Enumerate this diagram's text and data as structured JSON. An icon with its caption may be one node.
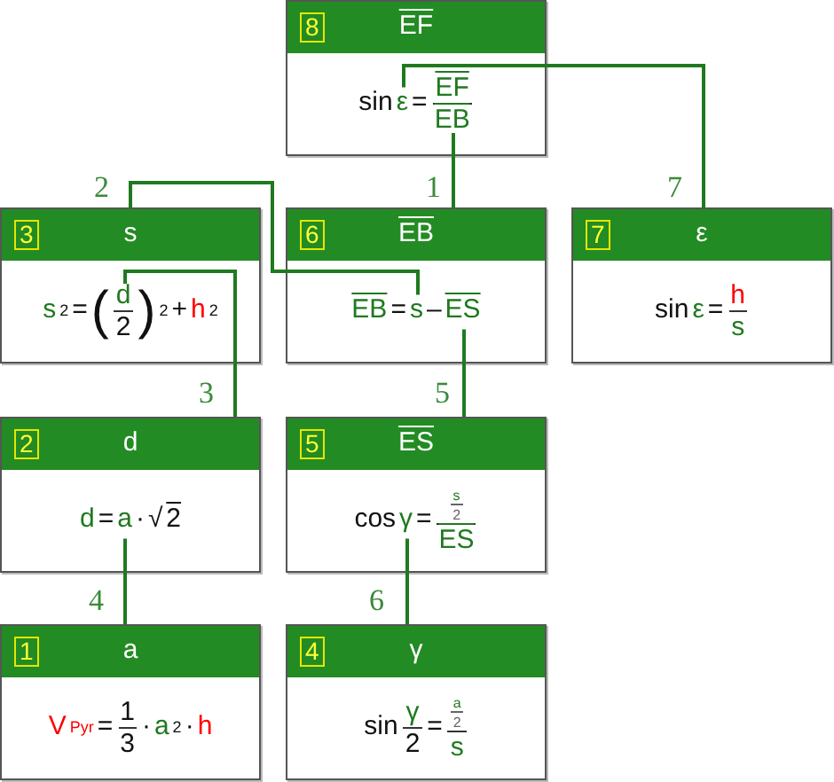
{
  "diagram": {
    "nodes": [
      {
        "text": [
          "8",
          "EF",
          "sin",
          "ε",
          "=",
          "EF",
          "EB"
        ]
      },
      {
        "text": [
          "3",
          "s",
          "s",
          "2",
          "=",
          "(",
          "d",
          "2",
          ")",
          "2",
          "+",
          "h",
          "2"
        ]
      },
      {
        "text": [
          "6",
          "EB",
          "EB",
          "=",
          "s",
          "–",
          "ES"
        ]
      },
      {
        "text": [
          "7",
          "ε",
          "sin",
          "ε",
          "=",
          "h",
          "s"
        ]
      },
      {
        "text": [
          "2",
          "d",
          "d",
          "=",
          "a",
          "·",
          "√",
          "2"
        ]
      },
      {
        "text": [
          "5",
          "ES",
          "cos",
          "γ",
          "=",
          "s",
          "2",
          "ES"
        ]
      },
      {
        "text": [
          "1",
          "a",
          "V",
          "Pyr",
          "=",
          "1",
          "3",
          "·",
          "a",
          "2",
          "·",
          "h"
        ]
      },
      {
        "text": [
          "4",
          "γ",
          "sin",
          "γ",
          "2",
          "=",
          "a",
          "2",
          "s"
        ]
      }
    ],
    "edges": [
      {
        "from": 0,
        "to": 2,
        "arrow": "none",
        "label": "1"
      },
      {
        "from": 2,
        "to": 1,
        "arrow": "none",
        "label": "2"
      },
      {
        "from": 1,
        "to": 4,
        "arrow": "none",
        "label": "3"
      },
      {
        "from": 4,
        "to": 6,
        "arrow": "none",
        "label": "4"
      },
      {
        "from": 2,
        "to": 5,
        "arrow": "none",
        "label": "5"
      },
      {
        "from": 5,
        "to": 7,
        "arrow": "none",
        "label": "6"
      },
      {
        "from": 0,
        "to": 3,
        "arrow": "none",
        "label": "7"
      }
    ]
  }
}
